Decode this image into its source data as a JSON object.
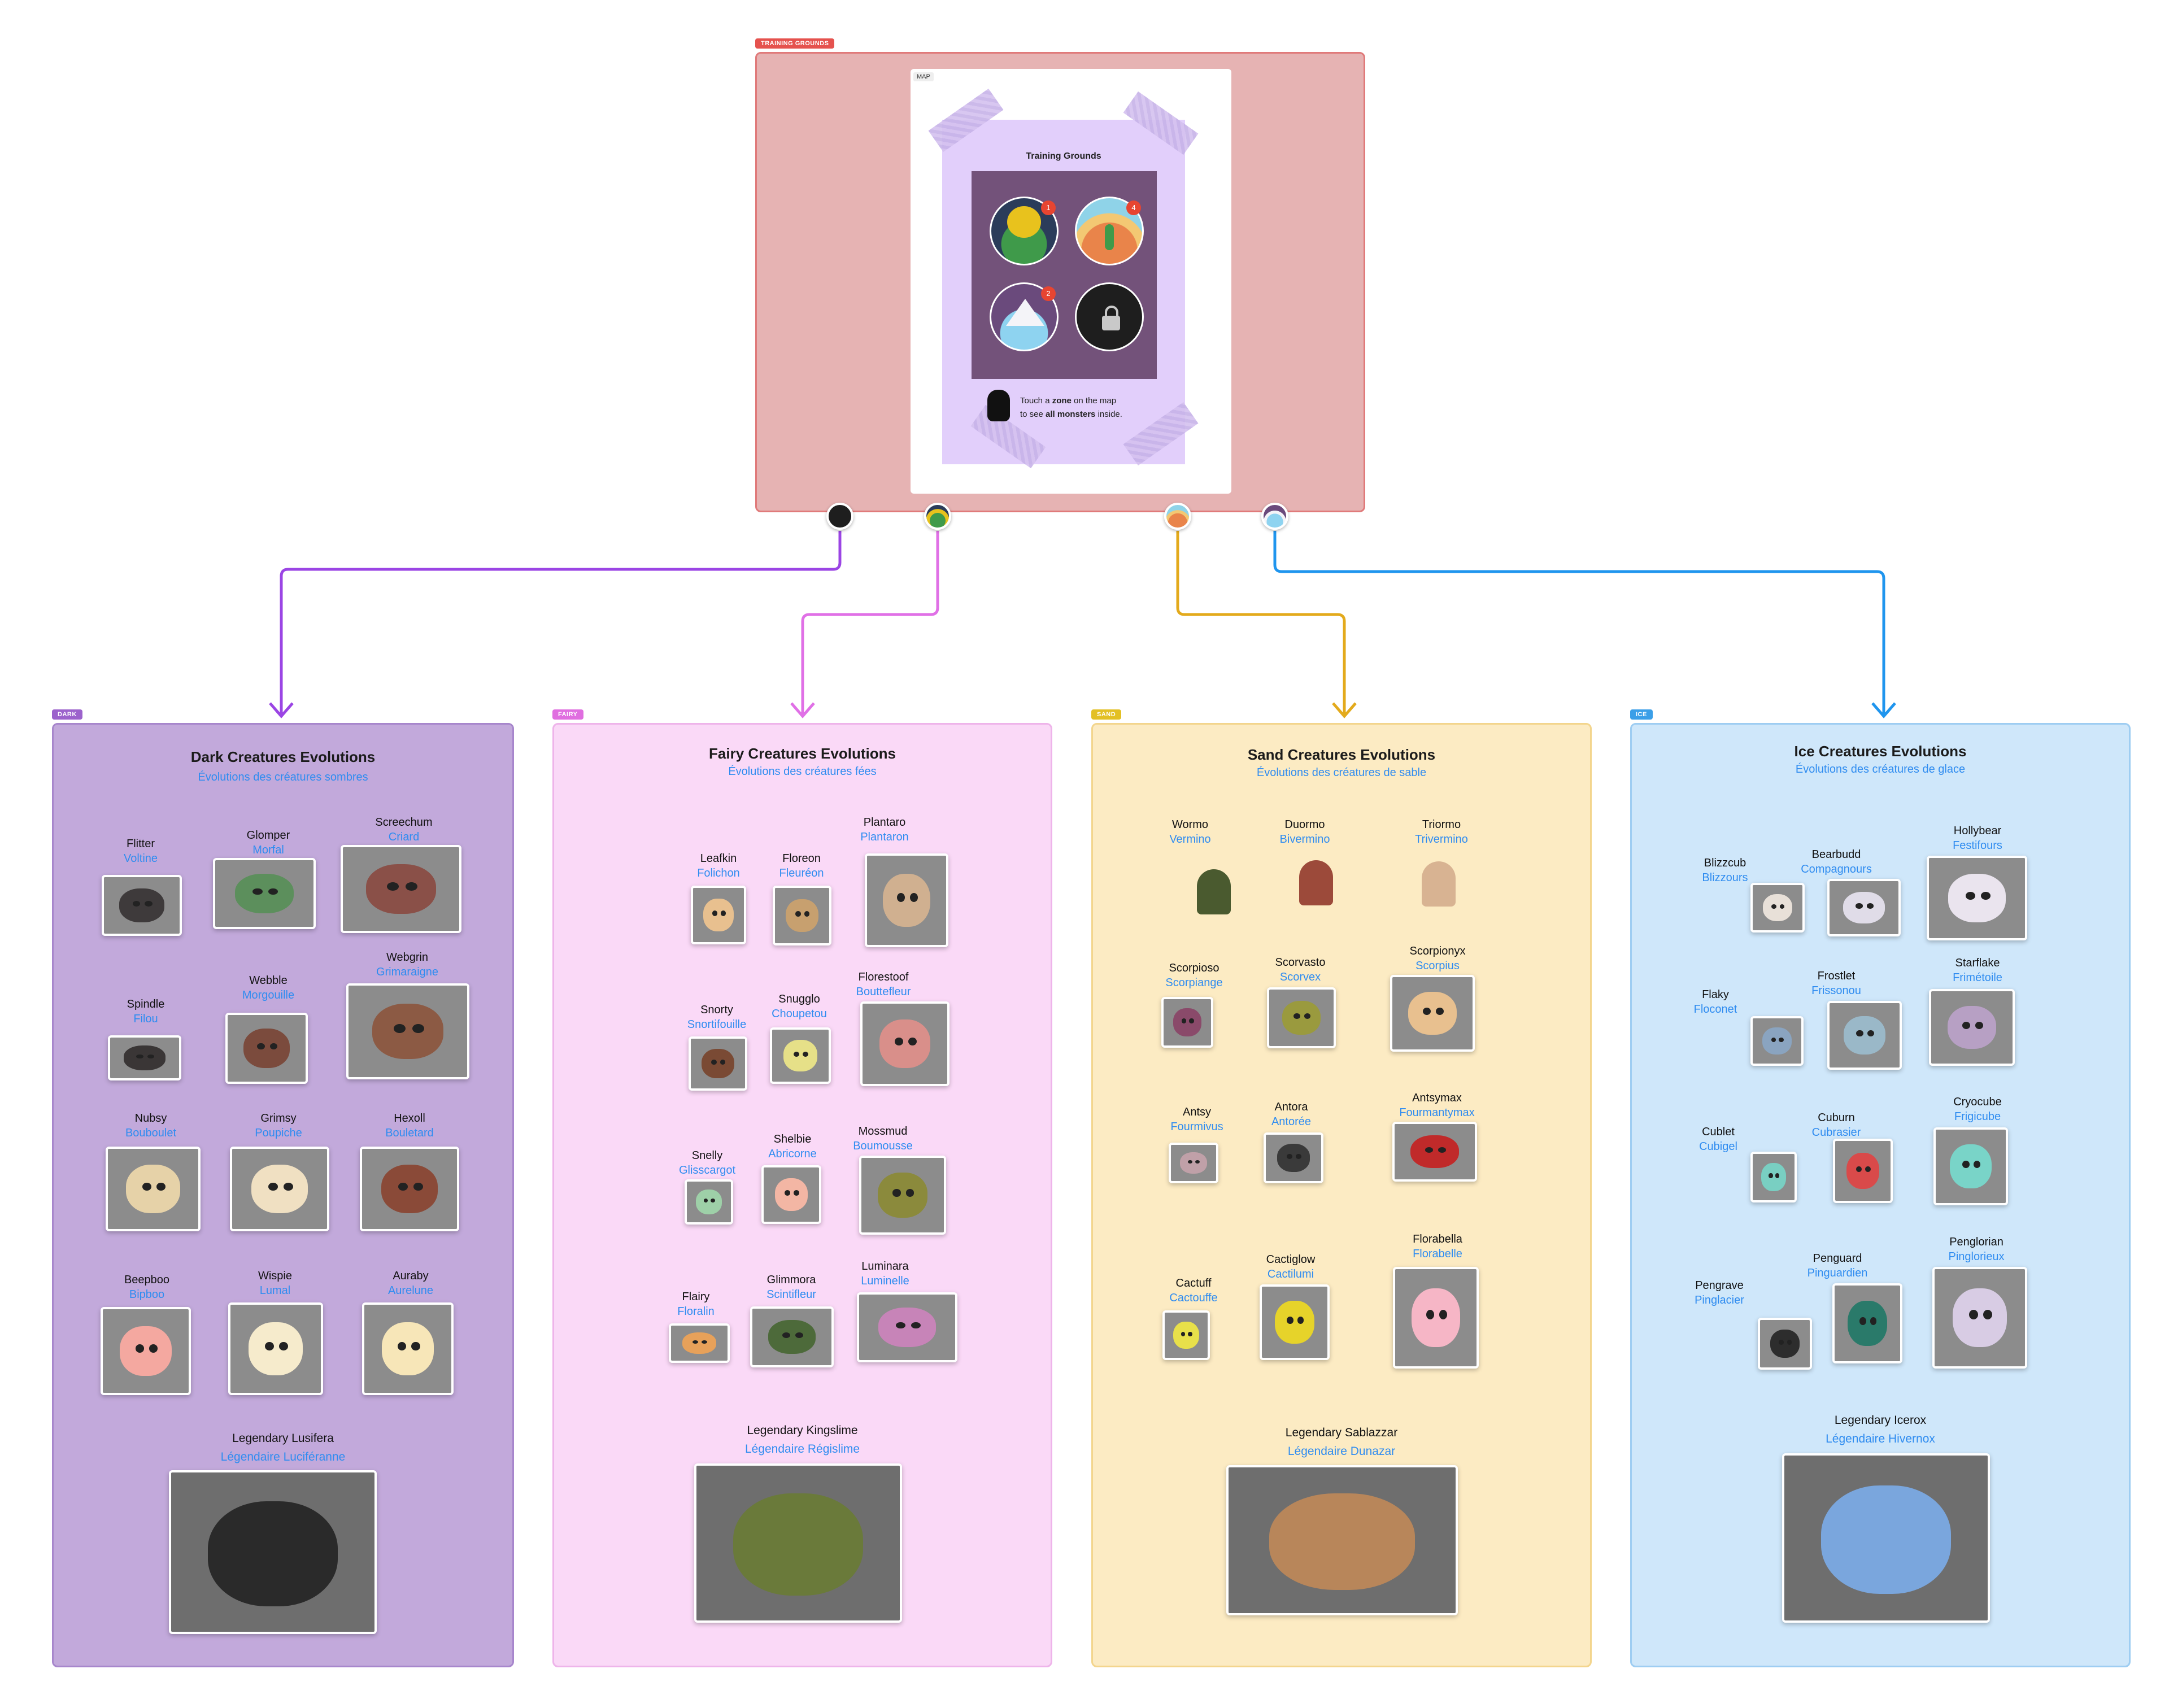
{
  "top_frame": {
    "tag": "TRAINING GROUNDS",
    "map_tag": "MAP",
    "map_title": "Training Grounds",
    "badges": [
      "1",
      "4",
      "2"
    ],
    "hint_pre": "Touch a ",
    "hint_zone": "zone",
    "hint_mid": " on the map",
    "hint_line2_pre": "to see ",
    "hint_all": "all monsters",
    "hint_post": " inside."
  },
  "colors": {
    "dark": "#9b45e4",
    "fairy": "#e070e6",
    "sand": "#e3aa1c",
    "ice": "#1f95ee"
  },
  "columns": {
    "dark": {
      "tag": "DARK",
      "title": "Dark Creatures Evolutions",
      "subtitle": "Évolutions des créatures sombres",
      "monsters": [
        {
          "name": "Flitter",
          "fr": "Voltine"
        },
        {
          "name": "Glomper",
          "fr": "Morfal"
        },
        {
          "name": "Screechum",
          "fr": "Criard"
        },
        {
          "name": "Spindle",
          "fr": "Filou"
        },
        {
          "name": "Webble",
          "fr": "Morgouille"
        },
        {
          "name": "Webgrin",
          "fr": "Grimaraigne"
        },
        {
          "name": "Nubsy",
          "fr": "Bouboulet"
        },
        {
          "name": "Grimsy",
          "fr": "Poupiche"
        },
        {
          "name": "Hexoll",
          "fr": "Bouletard"
        },
        {
          "name": "Beepboo",
          "fr": "Bipboo"
        },
        {
          "name": "Wispie",
          "fr": "Lumal"
        },
        {
          "name": "Auraby",
          "fr": "Aurelune"
        }
      ],
      "legendary": {
        "name": "Legendary Lusifera",
        "fr": "Légendaire Luciféranne"
      }
    },
    "fairy": {
      "tag": "FAIRY",
      "title": "Fairy Creatures Evolutions",
      "subtitle": "Évolutions des créatures fées",
      "monsters": [
        {
          "name": "Leafkin",
          "fr": "Folichon"
        },
        {
          "name": "Floreon",
          "fr": "Fleuréon"
        },
        {
          "name": "Plantaro",
          "fr": "Plantaron"
        },
        {
          "name": "Snorty",
          "fr": "Snortifouille"
        },
        {
          "name": "Snugglo",
          "fr": "Choupetou"
        },
        {
          "name": "Florestoof",
          "fr": "Boutteflеur"
        },
        {
          "name": "Snelly",
          "fr": "Glisscargot"
        },
        {
          "name": "Shelbie",
          "fr": "Abricorne"
        },
        {
          "name": "Mossmud",
          "fr": "Boumousse"
        },
        {
          "name": "Flairy",
          "fr": "Floralin"
        },
        {
          "name": "Glimmora",
          "fr": "Scintifleur"
        },
        {
          "name": "Luminara",
          "fr": "Luminelle"
        }
      ],
      "legendary": {
        "name": "Legendary Kingslime",
        "fr": "Légendaire Régislime"
      }
    },
    "sand": {
      "tag": "SAND",
      "title": "Sand Creatures Evolutions",
      "subtitle": "Évolutions des créatures de sable",
      "monsters": [
        {
          "name": "Wormo",
          "fr": "Vermino"
        },
        {
          "name": "Duormo",
          "fr": "Bivermino"
        },
        {
          "name": "Triormo",
          "fr": "Trivermino"
        },
        {
          "name": "Scorpioso",
          "fr": "Scorpiange"
        },
        {
          "name": "Scorvasto",
          "fr": "Scorvex"
        },
        {
          "name": "Scorpionyx",
          "fr": "Scorpius"
        },
        {
          "name": "Antsy",
          "fr": "Fourmivus"
        },
        {
          "name": "Antora",
          "fr": "Antorée"
        },
        {
          "name": "Antsymax",
          "fr": "Fourmantymax"
        },
        {
          "name": "Cactuff",
          "fr": "Cactouffe"
        },
        {
          "name": "Cactiglow",
          "fr": "Cactilumi"
        },
        {
          "name": "Florabella",
          "fr": "Florabelle"
        }
      ],
      "legendary": {
        "name": "Legendary Sablazzar",
        "fr": "Légendaire Dunazar"
      }
    },
    "ice": {
      "tag": "ICE",
      "title": "Ice Creatures Evolutions",
      "subtitle": "Évolutions des créatures de glace",
      "monsters": [
        {
          "name": "Blizzcub",
          "fr": "Blizzours"
        },
        {
          "name": "Bearbudd",
          "fr": "Compagnours"
        },
        {
          "name": "Hollybear",
          "fr": "Festifours"
        },
        {
          "name": "Flaky",
          "fr": "Floconet"
        },
        {
          "name": "Frostlet",
          "fr": "Frissonou"
        },
        {
          "name": "Starflake",
          "fr": "Frimétoile"
        },
        {
          "name": "Cublet",
          "fr": "Cubigel"
        },
        {
          "name": "Cuburn",
          "fr": "Cubrasier"
        },
        {
          "name": "Cryocube",
          "fr": "Frigicube"
        },
        {
          "name": "Pengrave",
          "fr": "Pinglacier"
        },
        {
          "name": "Penguard",
          "fr": "Pinguardien"
        },
        {
          "name": "Penglorian",
          "fr": "Pinglorieux"
        }
      ],
      "legendary": {
        "name": "Legendary Icerox",
        "fr": "Légendaire Hivernox"
      }
    }
  }
}
